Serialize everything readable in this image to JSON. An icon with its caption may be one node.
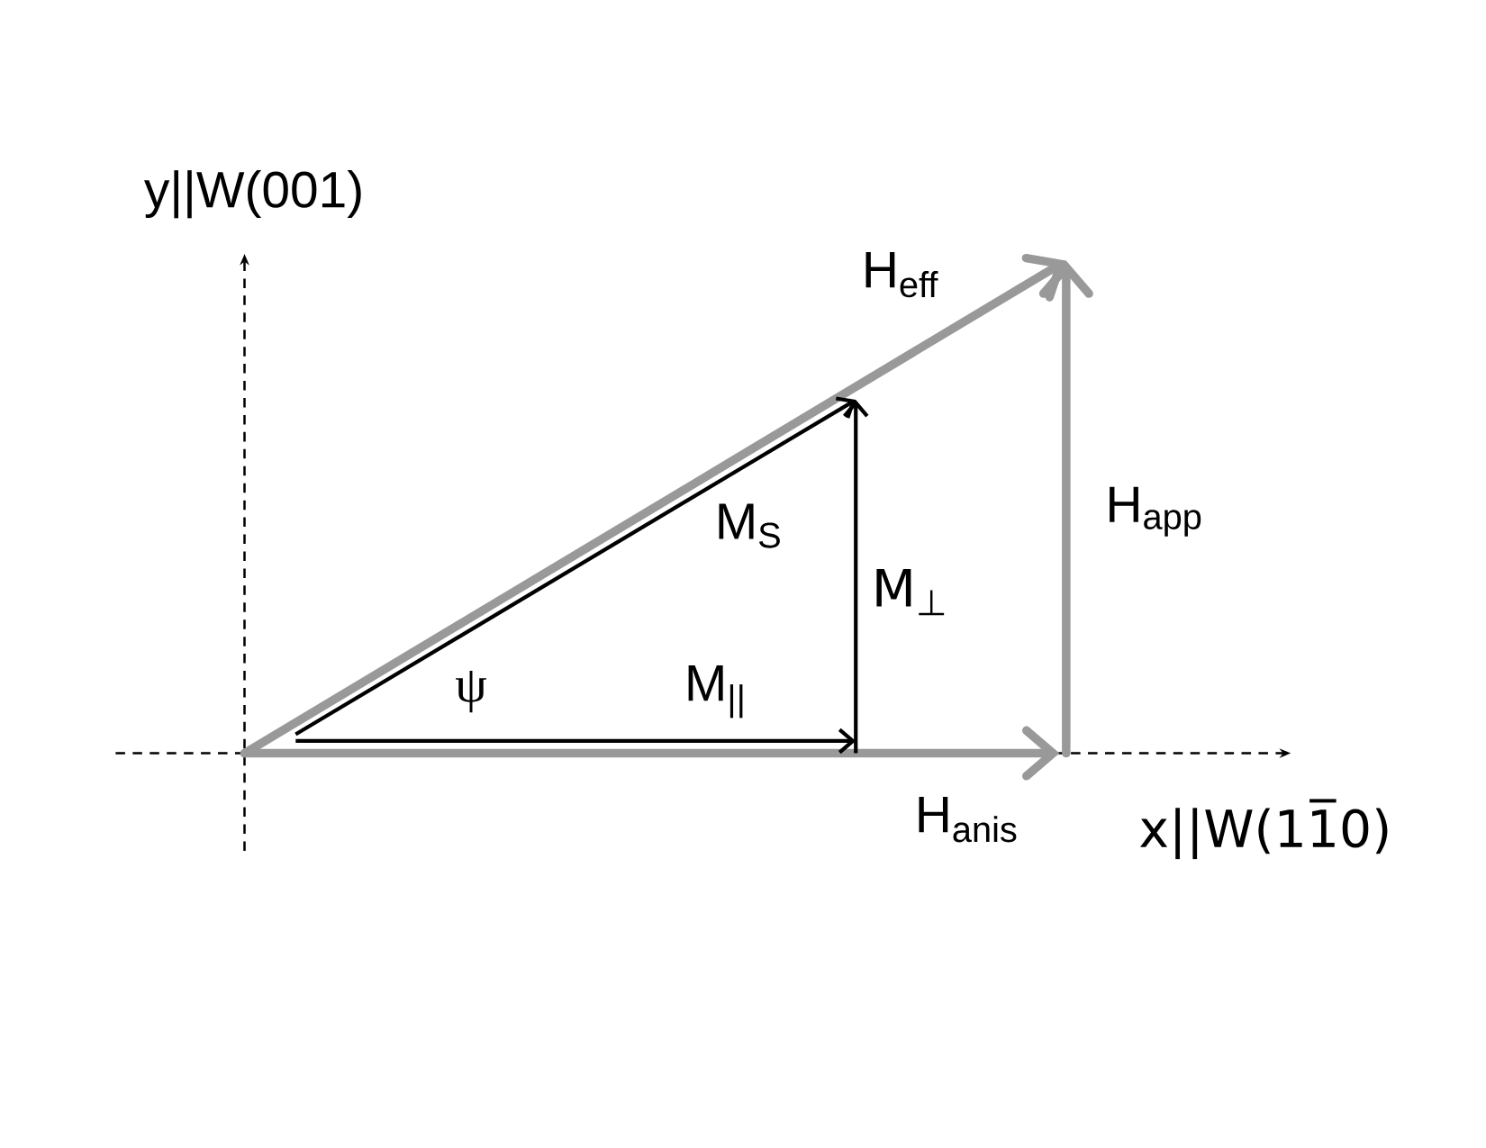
{
  "diagram": {
    "labels": [
      "y||W(001)",
      "H$_{eff}$",
      "H$_{app}$",
      "M$_{S}$",
      "M$_{⊥}$",
      "ψ",
      "M$_{||}$",
      "H$_{anis}$",
      "x||W(11̅0)"
    ]
  }
}
